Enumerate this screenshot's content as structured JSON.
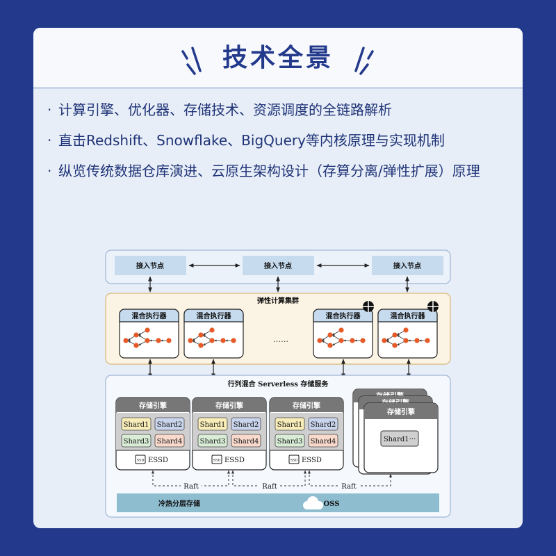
{
  "title": "技术全景",
  "bullets": [
    "计算引擎、优化器、存储技术、资源调度的全链路解析",
    "直击Redshift、Snowflake、BigQuery等内核原理与实现机制",
    "纵览传统数据仓库演进、云原生架构设计（存算分离/弹性扩展）原理"
  ],
  "bullet_marker": "·",
  "diagram": {
    "access_node_label": "接入节点",
    "compute_cluster_label": "弹性计算集群",
    "executor_label": "混合执行器",
    "ellipsis": "……",
    "storage_service_label": "行列混合 Serverless 存储服务",
    "storage_engine_label": "存储引擎",
    "shards": [
      "Shard1",
      "Shard2",
      "Shard3",
      "Shard4"
    ],
    "shard_more_label": "Shard1···",
    "ssd_badge": "SSD",
    "essd_label": "ESSD",
    "raft_label": "Raft",
    "tiering_label": "冷热分层存储",
    "oss_label": "OSS",
    "colors": {
      "page_bg": "#233a8c",
      "title": "#233a8c",
      "node_fill": "#e65a28",
      "shard1": "#f8edb8",
      "shard2": "#c9d5ec",
      "shard3": "#d8ecd6",
      "shard4": "#f8d9cc",
      "oss_bar": "#8fbdd0"
    }
  }
}
